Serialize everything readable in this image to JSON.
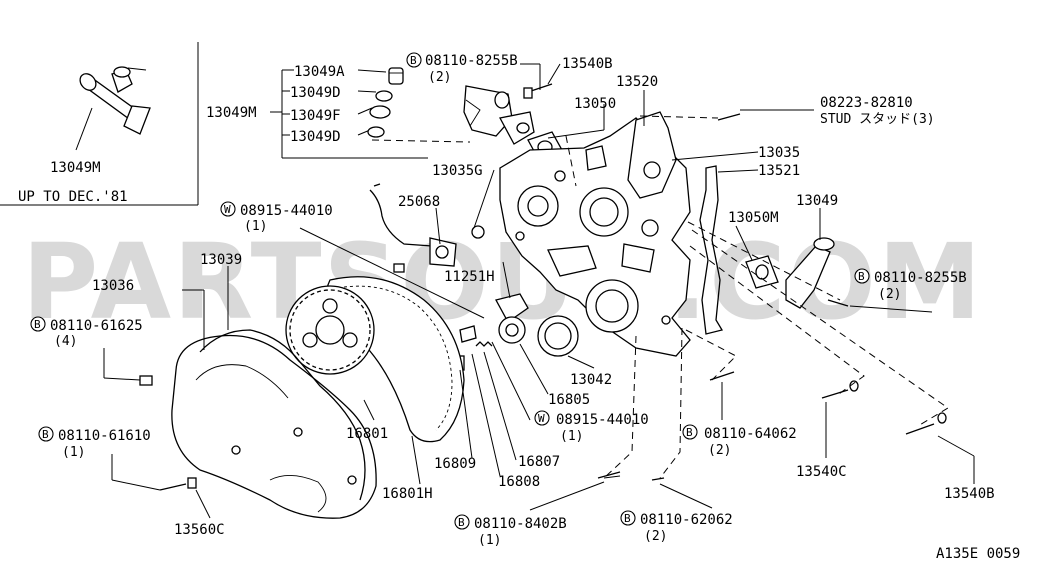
{
  "watermark": "PARTSOUQ.COM",
  "diagram_code": "A135E 0059",
  "inset": {
    "part": "13049M",
    "note": "UP TO DEC.'81"
  },
  "callouts": [
    {
      "id": "c-13049A",
      "text": "13049A"
    },
    {
      "id": "c-13049D-top",
      "text": "13049D"
    },
    {
      "id": "c-13049F",
      "text": "13049F"
    },
    {
      "id": "c-13049D-bot",
      "text": "13049D"
    },
    {
      "id": "c-13049M-main",
      "text": "13049M"
    },
    {
      "id": "c-bolt-82558-top",
      "prefix": "B",
      "text": "08110-8255B",
      "qty": "(2)"
    },
    {
      "id": "c-13540B-top",
      "text": "13540B"
    },
    {
      "id": "c-13520",
      "text": "13520"
    },
    {
      "id": "c-13050",
      "text": "13050"
    },
    {
      "id": "c-stud",
      "text": "08223-82810",
      "sub": "STUD スタッド(3)"
    },
    {
      "id": "c-13035",
      "text": "13035"
    },
    {
      "id": "c-13521",
      "text": "13521"
    },
    {
      "id": "c-13035G",
      "text": "13035G"
    },
    {
      "id": "c-25068",
      "text": "25068"
    },
    {
      "id": "c-washer-44010-top",
      "prefix": "W",
      "text": "08915-44010",
      "qty": "(1)"
    },
    {
      "id": "c-13050M",
      "text": "13050M"
    },
    {
      "id": "c-13049",
      "text": "13049"
    },
    {
      "id": "c-bolt-82558-right",
      "prefix": "B",
      "text": "08110-8255B",
      "qty": "(2)"
    },
    {
      "id": "c-11251H",
      "text": "11251H"
    },
    {
      "id": "c-13039",
      "text": "13039"
    },
    {
      "id": "c-13036",
      "text": "13036"
    },
    {
      "id": "c-bolt-61625",
      "prefix": "B",
      "text": "08110-61625",
      "qty": "(4)"
    },
    {
      "id": "c-13042",
      "text": "13042"
    },
    {
      "id": "c-16805",
      "text": "16805"
    },
    {
      "id": "c-washer-44010-bot",
      "prefix": "W",
      "text": "08915-44010",
      "qty": "(1)"
    },
    {
      "id": "c-bolt-64062",
      "prefix": "B",
      "text": "08110-64062",
      "qty": "(2)"
    },
    {
      "id": "c-13540C",
      "text": "13540C"
    },
    {
      "id": "c-13540B-bot",
      "text": "13540B"
    },
    {
      "id": "c-16801",
      "text": "16801"
    },
    {
      "id": "c-bolt-61610",
      "prefix": "B",
      "text": "08110-61610",
      "qty": "(1)"
    },
    {
      "id": "c-16809",
      "text": "16809"
    },
    {
      "id": "c-16807",
      "text": "16807"
    },
    {
      "id": "c-16808",
      "text": "16808"
    },
    {
      "id": "c-16801H",
      "text": "16801H"
    },
    {
      "id": "c-13560C",
      "text": "13560C"
    },
    {
      "id": "c-bolt-84028",
      "prefix": "B",
      "text": "08110-8402B",
      "qty": "(1)"
    },
    {
      "id": "c-bolt-62062",
      "prefix": "B",
      "text": "08110-62062",
      "qty": "(2)"
    }
  ]
}
